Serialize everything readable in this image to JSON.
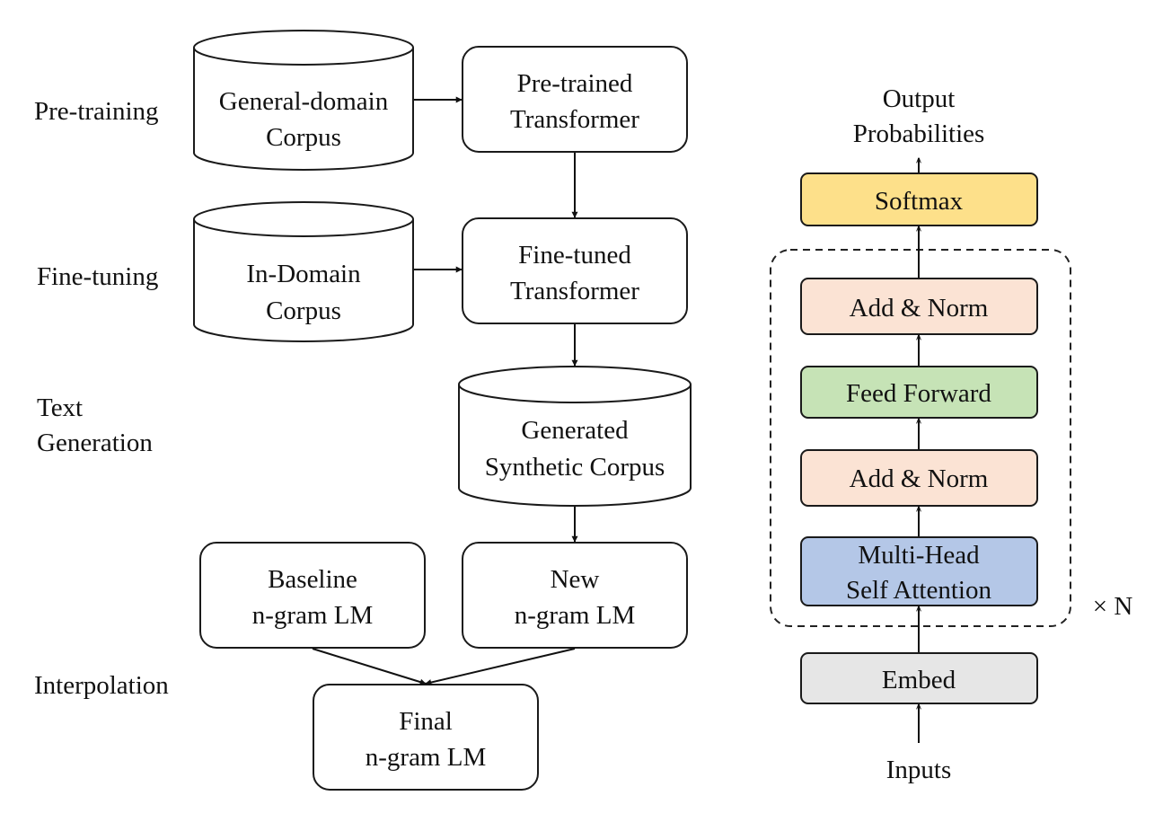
{
  "stages": {
    "pretraining": "Pre-training",
    "finetuning": "Fine-tuning",
    "textgen": [
      "Text",
      "Generation"
    ],
    "interpolation": "Interpolation"
  },
  "pipeline": {
    "general_corpus": [
      "General-domain",
      "Corpus"
    ],
    "pretrained": [
      "Pre-trained",
      "Transformer"
    ],
    "indomain_corpus": [
      "In-Domain",
      "Corpus"
    ],
    "finetuned": [
      "Fine-tuned",
      "Transformer"
    ],
    "synthetic": [
      "Generated",
      "Synthetic Corpus"
    ],
    "baseline": [
      "Baseline",
      "n-gram LM"
    ],
    "new_lm": [
      "New",
      "n-gram LM"
    ],
    "final_lm": [
      "Final",
      "n-gram LM"
    ]
  },
  "transformer": {
    "output": [
      "Output",
      "Probabilities"
    ],
    "softmax": "Softmax",
    "add_norm_top": "Add & Norm",
    "feed_forward": "Feed Forward",
    "add_norm_bottom": "Add & Norm",
    "attention": [
      "Multi-Head",
      "Self Attention"
    ],
    "embed": "Embed",
    "inputs": "Inputs",
    "repeat": "× N"
  },
  "colors": {
    "softmax": "#fde08a",
    "add_norm": "#fbe3d4",
    "feed_forward": "#c6e3b6",
    "attention": "#b4c7e7",
    "embed": "#e6e6e6"
  }
}
